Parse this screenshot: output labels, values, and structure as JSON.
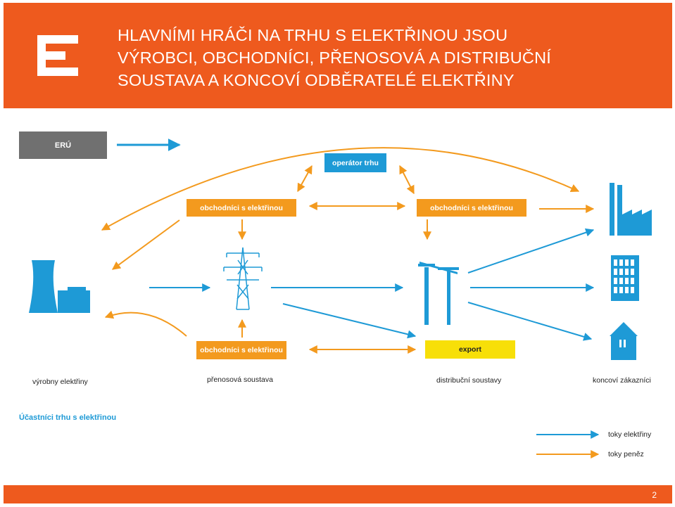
{
  "header": {
    "title_lines": [
      "HLAVNÍMI HRÁČI NA TRHU S ELEKTŘINOU JSOU",
      "VÝROBCI, OBCHODNÍCI, PŘENOSOVÁ A DISTRIBUČNÍ",
      "SOUSTAVA A KONCOVÍ ODBĚRATELÉ ELEKTŘINY"
    ]
  },
  "diagram": {
    "eru": "ERÚ",
    "market_operator": "operátor trhu",
    "trader_left": "obchodníci s elektřinou",
    "trader_right": "obchodníci s elektřinou",
    "trader_bottom": "obchodníci s elektřinou",
    "export": "export",
    "labels": {
      "producers": "výrobny elektřiny",
      "transmission": "přenosová soustava",
      "distribution": "distribuční soustavy",
      "customers": "koncoví zákazníci"
    },
    "participants_title": "Účastníci trhu s elektřinou"
  },
  "legend": {
    "electricity": "toky elektřiny",
    "money": "toky peněz"
  },
  "colors": {
    "brand_orange": "#ee5a1e",
    "electricity_flow": "#1e9ad6",
    "money_flow": "#f39a1e",
    "regulator_gray": "#707070",
    "export_yellow": "#f7df08"
  },
  "footer": {
    "page": "2"
  }
}
